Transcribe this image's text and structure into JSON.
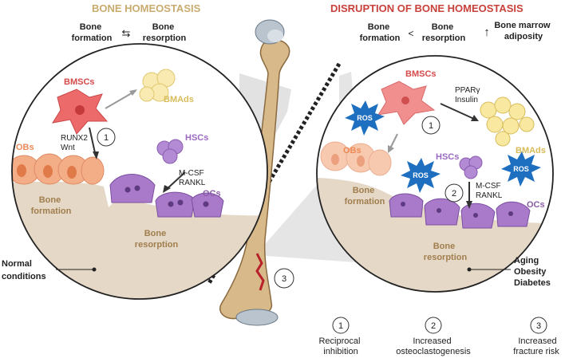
{
  "left_panel": {
    "title": "BONE HOMEOSTASIS",
    "formation": [
      "Bone",
      "formation"
    ],
    "equilibrium_symbol": "⇆",
    "resorption": [
      "Bone",
      "resorption"
    ],
    "bmscs": "BMSCs",
    "bmads": "BMAds",
    "obs": "OBs",
    "hscs": "HSCs",
    "ocs": "OCs",
    "factors_1": [
      "RUNX2",
      "Wnt"
    ],
    "factors_2": [
      "M-CSF",
      "RANKL"
    ],
    "bone_formation_label": [
      "Bone",
      "formation"
    ],
    "bone_resorption_label": [
      "Bone",
      "resorption"
    ],
    "condition": [
      "Normal",
      "conditions"
    ],
    "marker": "1"
  },
  "right_panel": {
    "title": "DISRUPTION OF BONE HOMEOSTASIS",
    "formation": [
      "Bone",
      "formation"
    ],
    "less_than": "<",
    "resorption": [
      "Bone",
      "resorption"
    ],
    "up_arrow": "↑",
    "adiposity": [
      "Bone marrow",
      "adiposity"
    ],
    "bmscs": "BMSCs",
    "factors_1": [
      "PPARγ",
      "Insulin"
    ],
    "bmads": "BMAds",
    "hscs": "HSCs",
    "obs": "OBs",
    "ocs": "OCs",
    "ros": "ROS",
    "factors_2": [
      "M-CSF",
      "RANKL"
    ],
    "bone_formation_label": [
      "Bone",
      "formation"
    ],
    "bone_resorption_label": [
      "Bone",
      "resorption"
    ],
    "conditions": [
      "Aging",
      "Obesity",
      "Diabetes"
    ],
    "marker_1": "1",
    "marker_2": "2"
  },
  "fracture_marker": "3",
  "legend": [
    {
      "number": "1",
      "lines": [
        "Reciprocal",
        "inhibition"
      ]
    },
    {
      "number": "2",
      "lines": [
        "Increased",
        "osteoclastogenesis"
      ]
    },
    {
      "number": "3",
      "lines": [
        "Increased",
        "fracture risk"
      ]
    }
  ],
  "colors": {
    "left_title": "#c9ab6e",
    "right_title": "#c8413a",
    "bmsc": "#e05a5a",
    "bmad": "#f2d97a",
    "ob": "#f0a27a",
    "hsc": "#a87cc8",
    "oc": "#8a5ca8",
    "ros": "#1f6fc0",
    "bone_shaft": "#d8b98a",
    "bone_label": "#a07e4e"
  }
}
